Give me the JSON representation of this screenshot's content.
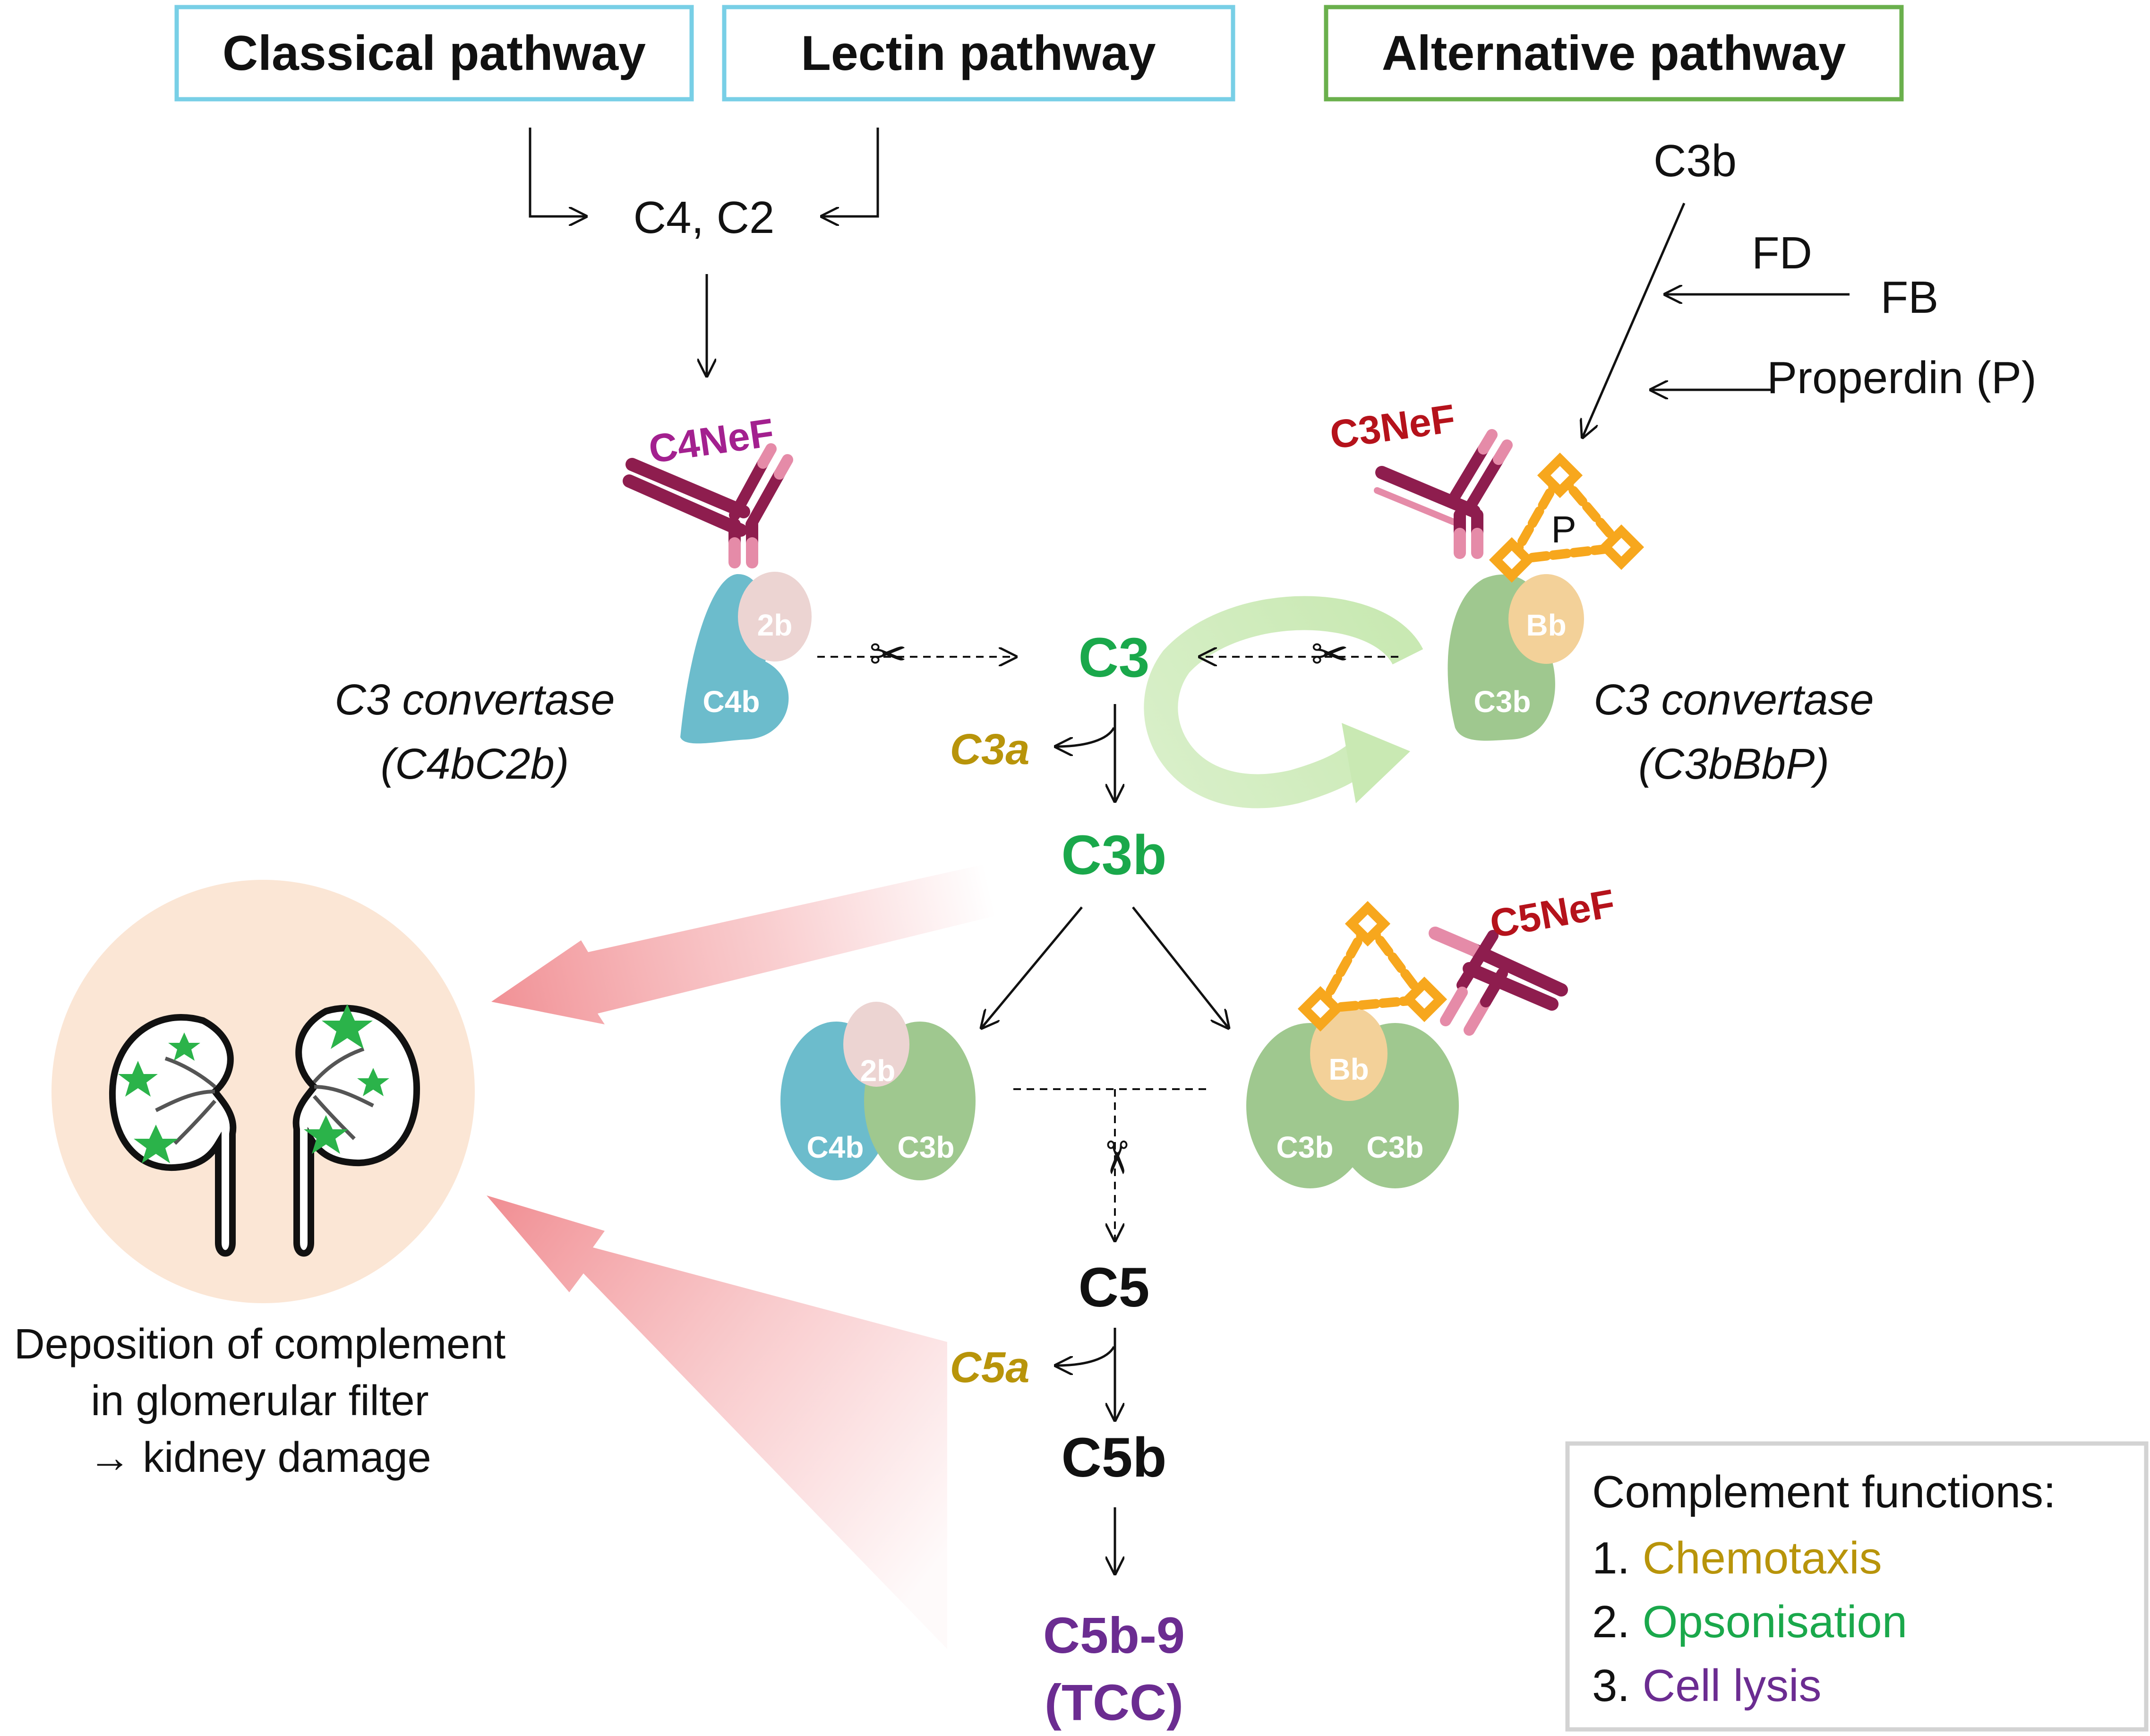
{
  "colors": {
    "lectin_border": "#78cfe6",
    "alt_border": "#6ab04c",
    "c3_green": "#1aa84b",
    "c3a_gold": "#b8940a",
    "c4nef": "#a3208f",
    "nef_red": "#b5121b",
    "tcc_purple": "#6b2c91",
    "c4b_teal": "#6cbccc",
    "c2b_pink": "#ecd4d2",
    "c3b_green": "#9fc88f",
    "bb_peach": "#f3d199",
    "properdin_orange": "#f7a71d",
    "antibody_dark": "#8e1d4e",
    "antibody_light": "#e58ba8",
    "kidney_bg": "#fbe6d5",
    "big_arrow": "#f4a3a6",
    "cycle_arrow": "#c9e9b3",
    "green_star": "#2bb34a"
  },
  "pathways": {
    "classical": "Classical pathway",
    "lectin": "Lectin pathway",
    "alternative": "Alternative pathway"
  },
  "classical_lectin": {
    "c4c2": "C4, C2",
    "convertase_title": "C3 convertase",
    "convertase_formula": "(C4bC2b)",
    "nef": "C4NeF",
    "c4b": "C4b",
    "c2b": "2b"
  },
  "alternative": {
    "c3b_input": "C3b",
    "fd": "FD",
    "fb": "FB",
    "properdin": "Properdin (P)",
    "nef": "C3NeF",
    "p": "P",
    "bb": "Bb",
    "c3b": "C3b",
    "convertase_title": "C3 convertase",
    "convertase_formula": "(C3bBbP)"
  },
  "cascade": {
    "c3": "C3",
    "c3a": "C3a",
    "c3b": "C3b",
    "c5": "C5",
    "c5a": "C5a",
    "c5b": "C5b",
    "tcc_line1": "C5b-9",
    "tcc_line2": "(TCC)"
  },
  "c5_convertases": {
    "left_c4b": "C4b",
    "left_2b": "2b",
    "left_c3b": "C3b",
    "right_bb": "Bb",
    "right_c3b_1": "C3b",
    "right_c3b_2": "C3b",
    "nef": "C5NeF"
  },
  "kidney": {
    "line1": "Deposition of complement",
    "line2": "in glomerular filter",
    "line3": "→ kidney damage"
  },
  "functions": {
    "title": "Complement functions:",
    "items": [
      {
        "num": "1. ",
        "label": "Chemotaxis"
      },
      {
        "num": "2. ",
        "label": "Opsonisation"
      },
      {
        "num": "3. ",
        "label": "Cell lysis"
      }
    ]
  }
}
